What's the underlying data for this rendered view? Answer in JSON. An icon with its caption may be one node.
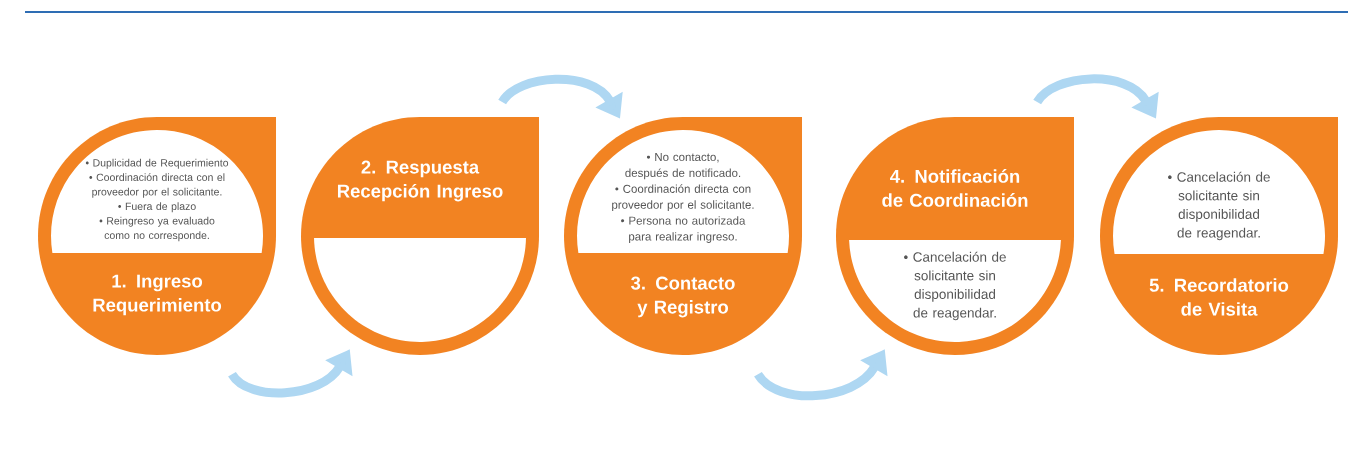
{
  "diagram": {
    "nodes": [
      {
        "text": [
          "• Duplicidad de Requerimiento",
          "• Coordinación directa con el proveedor por el solicitante.",
          "• Fuera de plazo",
          "• Reingreso ya evaluado como no corresponde.",
          "1. Ingreso Requerimiento"
        ]
      },
      {
        "text": [
          "2. Respuesta Recepción Ingreso"
        ]
      },
      {
        "text": [
          "• No contacto, después de notificado.",
          "• Coordinación directa con proveedor por el solicitante.",
          "• Persona no autorizada para realizar ingreso.",
          "3. Contacto y Registro"
        ]
      },
      {
        "text": [
          "4. Notificación de Coordinación",
          "• Cancelación de solicitante sin disponibilidad de reagendar."
        ]
      },
      {
        "text": [
          "• Cancelación de solicitante sin disponibilidad de reagendar.",
          "5. Recordatorio de Visita"
        ]
      }
    ],
    "edges": [
      {
        "from": 0,
        "to": 1,
        "arrow": "to"
      },
      {
        "from": 1,
        "to": 2,
        "arrow": "to"
      },
      {
        "from": 2,
        "to": 3,
        "arrow": "to"
      },
      {
        "from": 3,
        "to": 4,
        "arrow": "to"
      }
    ]
  }
}
